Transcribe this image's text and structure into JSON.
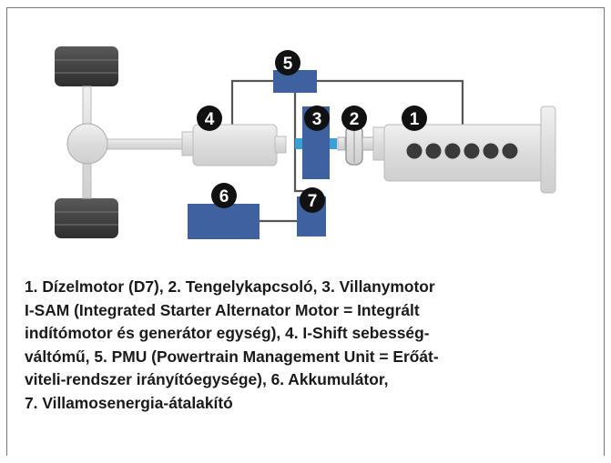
{
  "diagram": {
    "labels": [
      "1",
      "2",
      "3",
      "4",
      "5",
      "6",
      "7"
    ],
    "colors": {
      "component_blue": "#3e62a0",
      "housing_gray": "#e3e3e3",
      "wheel_dark": "#4a4a4a",
      "marker_black": "#111111",
      "line_gray": "#555555"
    }
  },
  "caption": {
    "lines": [
      "1. Dízelmotor (D7), 2. Tengelykapcsoló, 3. Villanymotor",
      "I-SAM (Integrated Starter Alternator Motor = Integrált",
      "indítómotor és generátor egység), 4. I-Shift sebesség-",
      "váltómű, 5. PMU (Powertrain Management Unit = Erőát-",
      "viteli-rendszer irányítóegysége), 6. Akkumulátor,",
      "7. Villamosenergia-átalakító"
    ]
  }
}
